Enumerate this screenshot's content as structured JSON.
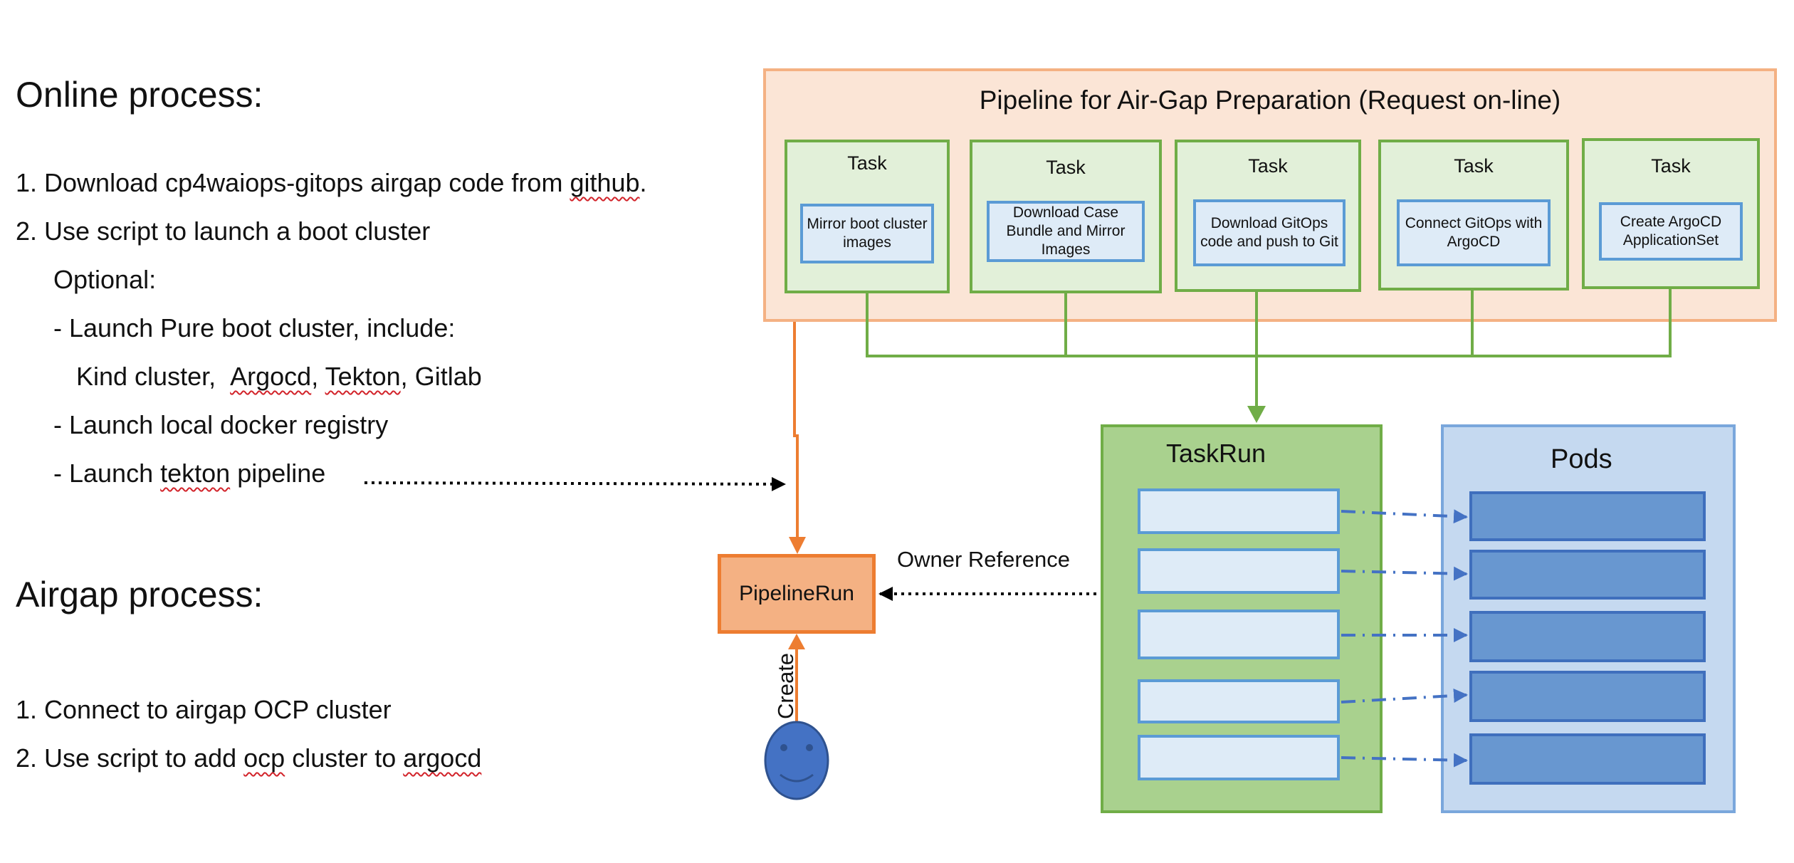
{
  "online": {
    "heading": "Online process:",
    "step1_prefix": "1.  Download cp4waiops-gitops airgap code from ",
    "step1_link": "github",
    "step1_suffix": ".",
    "step2": "2.  Use script to launch a boot cluster",
    "optional": "Optional:",
    "opt_pure": "-  Launch Pure boot cluster, include:",
    "kind": "Kind cluster, ",
    "argocd": "Argocd",
    "tekton": "Tekton",
    "gitlab": "Gitlab",
    "comma": ",",
    "opt_registry": "-  Launch local docker registry",
    "opt_pipeline_prefix": "-  Launch ",
    "opt_pipeline_word": "tekton",
    "opt_pipeline_suffix": " pipeline"
  },
  "airgap": {
    "heading": "Airgap process:",
    "step1": "1.    Connect to airgap OCP cluster",
    "step2_prefix": "2.   Use script to add ",
    "step2_ocp": "ocp",
    "step2_mid": " cluster to ",
    "step2_argocd": "argocd"
  },
  "pipeline": {
    "title": "Pipeline for Air-Gap Preparation (Request on-line)",
    "tasks": [
      {
        "label": "Task",
        "content": "Mirror boot cluster images"
      },
      {
        "label": "Task",
        "content": "Download Case Bundle and Mirror Images"
      },
      {
        "label": "Task",
        "content": "Download GitOps code and push to Git"
      },
      {
        "label": "Task",
        "content": "Connect GitOps with ArgoCD"
      },
      {
        "label": "Task",
        "content": "Create ArgoCD ApplicationSet"
      }
    ]
  },
  "taskrun": {
    "title": "TaskRun"
  },
  "pods": {
    "title": "Pods"
  },
  "pipelinerun": {
    "label": "PipelineRun"
  },
  "owner_reference": "Owner Reference",
  "create": "Create",
  "colors": {
    "orange": "#ed7d31",
    "green": "#70ad47",
    "blue": "#4472c4",
    "face": "#4472c4"
  }
}
